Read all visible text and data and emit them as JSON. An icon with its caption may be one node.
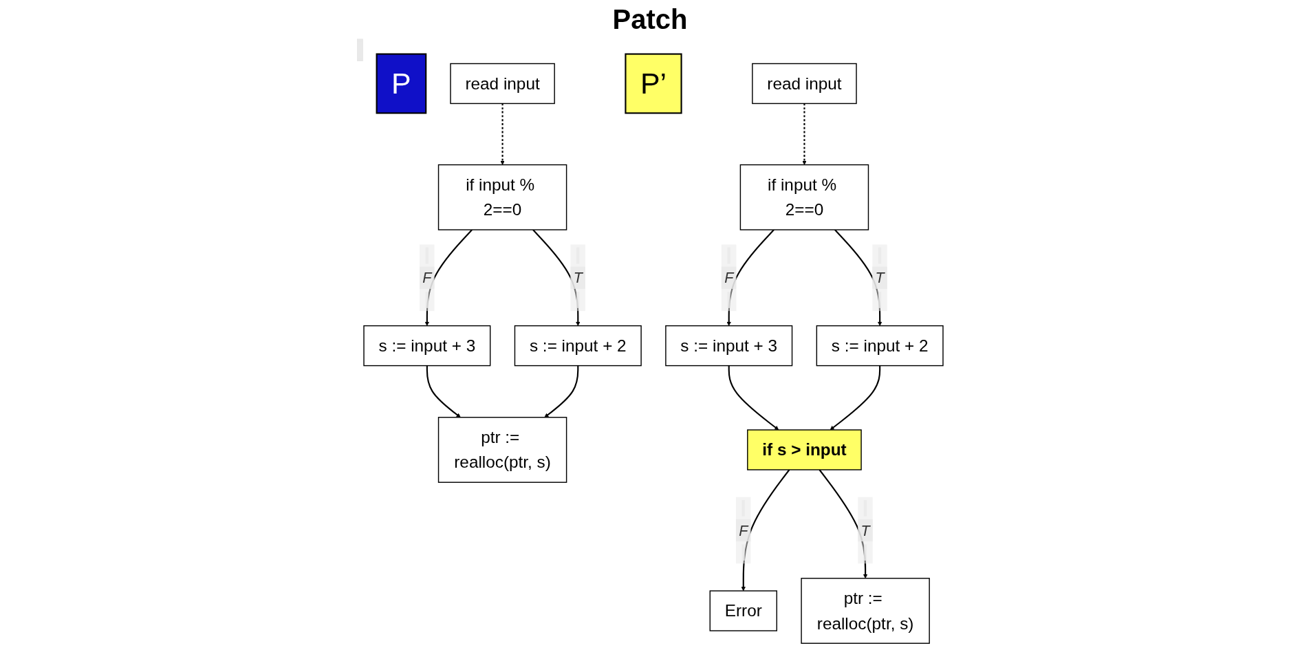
{
  "diagram": {
    "title": "Patch",
    "nodes": [
      {
        "text": [
          "P"
        ]
      },
      {
        "text": [
          "read input"
        ]
      },
      {
        "text": [
          "if input % 2==0"
        ]
      },
      {
        "text": [
          "s := input + 3"
        ]
      },
      {
        "text": [
          "s := input + 2"
        ]
      },
      {
        "text": [
          "ptr := realloc(ptr, s)"
        ]
      },
      {
        "text": [
          "P’"
        ]
      },
      {
        "text": [
          "read input"
        ]
      },
      {
        "text": [
          "if input % 2==0"
        ]
      },
      {
        "text": [
          "s := input + 3"
        ]
      },
      {
        "text": [
          "s := input + 2"
        ]
      },
      {
        "text": [
          "if s > input"
        ]
      },
      {
        "text": [
          "Error"
        ]
      },
      {
        "text": [
          "ptr := realloc(ptr, s)"
        ]
      }
    ],
    "edges": [
      {
        "from": 1,
        "to": 2,
        "arrow": "to",
        "style": "dashed"
      },
      {
        "from": 2,
        "to": 3,
        "arrow": "to",
        "label": "F"
      },
      {
        "from": 2,
        "to": 4,
        "arrow": "to",
        "label": "T"
      },
      {
        "from": 3,
        "to": 5,
        "arrow": "to"
      },
      {
        "from": 4,
        "to": 5,
        "arrow": "to"
      },
      {
        "from": 7,
        "to": 8,
        "arrow": "to",
        "style": "dashed"
      },
      {
        "from": 8,
        "to": 9,
        "arrow": "to",
        "label": "F"
      },
      {
        "from": 8,
        "to": 10,
        "arrow": "to",
        "label": "T"
      },
      {
        "from": 9,
        "to": 11,
        "arrow": "to"
      },
      {
        "from": 10,
        "to": 11,
        "arrow": "to"
      },
      {
        "from": 11,
        "to": 12,
        "arrow": "to",
        "label": "F"
      },
      {
        "from": 11,
        "to": 13,
        "arrow": "to",
        "label": "T"
      }
    ]
  }
}
